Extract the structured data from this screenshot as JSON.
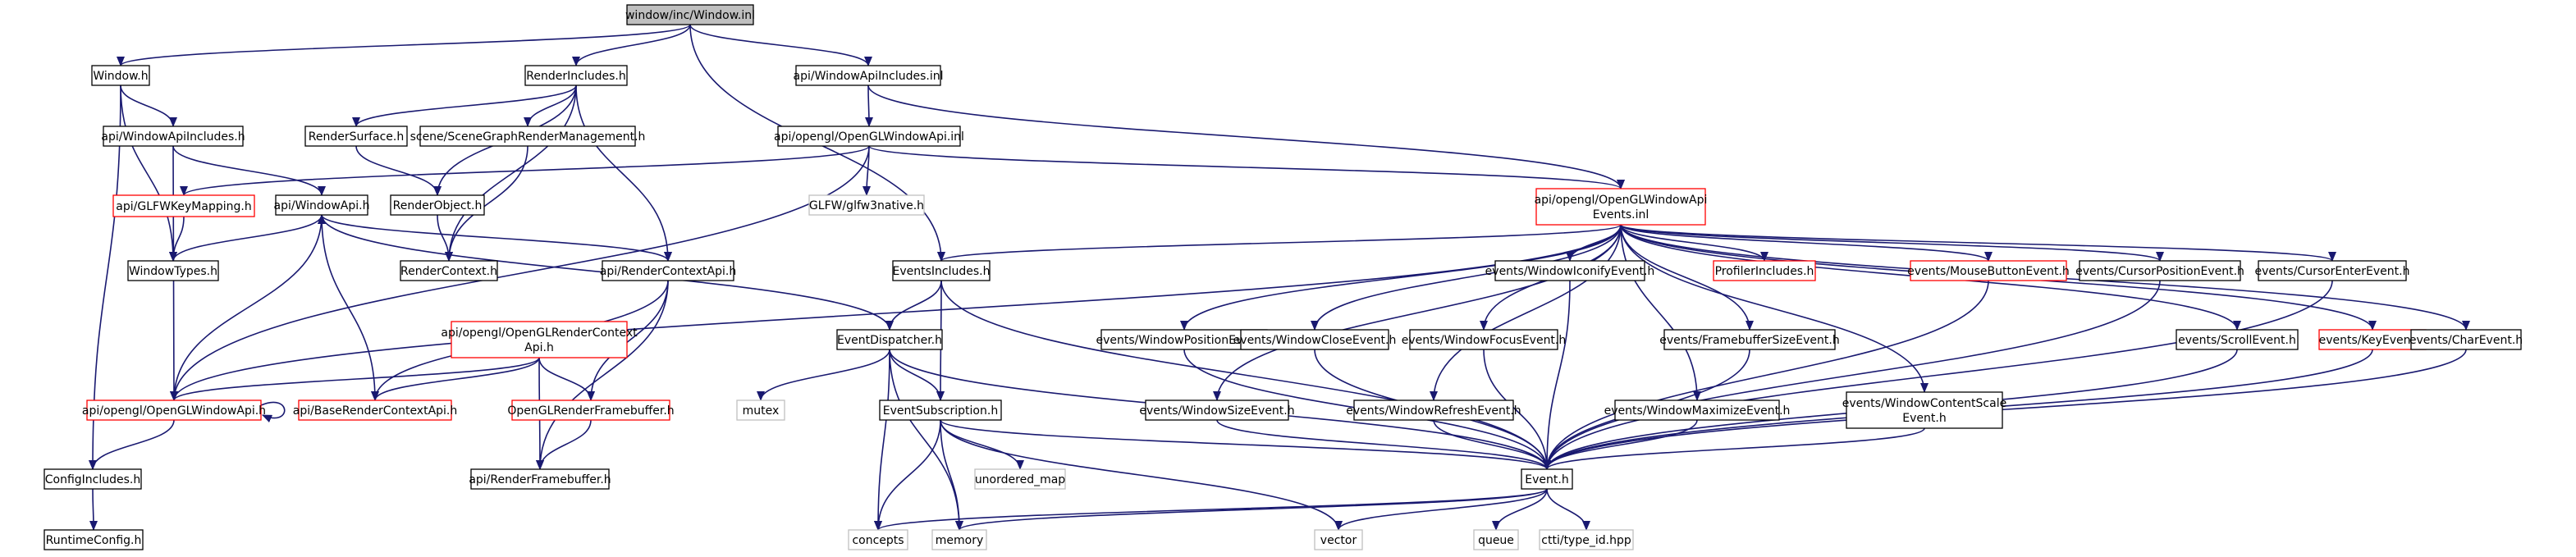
{
  "colors": {
    "edge": "#191970",
    "border_normal": "#000000",
    "border_missing": "#ff0000",
    "border_system": "#bfbfbf",
    "fill_focus": "#bfbfbf",
    "fill_default": "#ffffff",
    "text": "#000000"
  },
  "nodes": [
    {
      "id": "window_inl",
      "lines": [
        "window/inc/Window.inl"
      ],
      "kind": "focus"
    },
    {
      "id": "window_h",
      "lines": [
        "Window.h"
      ],
      "kind": "normal"
    },
    {
      "id": "renderincludes_h",
      "lines": [
        "RenderIncludes.h"
      ],
      "kind": "normal"
    },
    {
      "id": "windowapiincludes_inl",
      "lines": [
        "api/WindowApiIncludes.inl"
      ],
      "kind": "normal"
    },
    {
      "id": "windowapiincludes_h",
      "lines": [
        "api/WindowApiIncludes.h"
      ],
      "kind": "normal"
    },
    {
      "id": "rendersurface_h",
      "lines": [
        "RenderSurface.h"
      ],
      "kind": "normal"
    },
    {
      "id": "scenegraph_h",
      "lines": [
        "scene/SceneGraphRenderManagement.h"
      ],
      "kind": "normal"
    },
    {
      "id": "oglwindowapi_inl",
      "lines": [
        "api/opengl/OpenGLWindowApi.inl"
      ],
      "kind": "normal"
    },
    {
      "id": "glfwkeymapping_h",
      "lines": [
        "api/GLFWKeyMapping.h"
      ],
      "kind": "missing"
    },
    {
      "id": "windowapi_h",
      "lines": [
        "api/WindowApi.h"
      ],
      "kind": "normal"
    },
    {
      "id": "renderobject_h",
      "lines": [
        "RenderObject.h"
      ],
      "kind": "normal"
    },
    {
      "id": "glfw3native_h",
      "lines": [
        "GLFW/glfw3native.h"
      ],
      "kind": "system"
    },
    {
      "id": "oglwindowapievents_inl",
      "lines": [
        "api/opengl/OpenGLWindowApi",
        "Events.inl"
      ],
      "kind": "missing"
    },
    {
      "id": "windowtypes_h",
      "lines": [
        "WindowTypes.h"
      ],
      "kind": "normal"
    },
    {
      "id": "rendercontext_h",
      "lines": [
        "RenderContext.h"
      ],
      "kind": "normal"
    },
    {
      "id": "rendercontextapi_h",
      "lines": [
        "api/RenderContextApi.h"
      ],
      "kind": "normal"
    },
    {
      "id": "eventsincludes_h",
      "lines": [
        "EventsIncludes.h"
      ],
      "kind": "normal"
    },
    {
      "id": "windowiconify_h",
      "lines": [
        "events/WindowIconifyEvent.h"
      ],
      "kind": "normal"
    },
    {
      "id": "profilerincludes_h",
      "lines": [
        "ProfilerIncludes.h"
      ],
      "kind": "missing"
    },
    {
      "id": "mousebutton_h",
      "lines": [
        "events/MouseButtonEvent.h"
      ],
      "kind": "missing"
    },
    {
      "id": "cursorposition_h",
      "lines": [
        "events/CursorPositionEvent.h"
      ],
      "kind": "normal"
    },
    {
      "id": "cursorenter_h",
      "lines": [
        "events/CursorEnterEvent.h"
      ],
      "kind": "normal"
    },
    {
      "id": "oglrendercontextapi_h",
      "lines": [
        "api/opengl/OpenGLRenderContext",
        "Api.h"
      ],
      "kind": "missing"
    },
    {
      "id": "eventdispatcher_h",
      "lines": [
        "EventDispatcher.h"
      ],
      "kind": "normal"
    },
    {
      "id": "windowposition_h",
      "lines": [
        "events/WindowPositionEvent.h"
      ],
      "kind": "normal"
    },
    {
      "id": "windowclose_h",
      "lines": [
        "events/WindowCloseEvent.h"
      ],
      "kind": "normal"
    },
    {
      "id": "windowfocus_h",
      "lines": [
        "events/WindowFocusEvent.h"
      ],
      "kind": "normal"
    },
    {
      "id": "framebuffersize_h",
      "lines": [
        "events/FramebufferSizeEvent.h"
      ],
      "kind": "normal"
    },
    {
      "id": "scroll_h",
      "lines": [
        "events/ScrollEvent.h"
      ],
      "kind": "normal"
    },
    {
      "id": "key_h",
      "lines": [
        "events/KeyEvent.h"
      ],
      "kind": "missing"
    },
    {
      "id": "char_h",
      "lines": [
        "events/CharEvent.h"
      ],
      "kind": "normal"
    },
    {
      "id": "oglwindowapi_h",
      "lines": [
        "api/opengl/OpenGLWindowApi.h"
      ],
      "kind": "missing"
    },
    {
      "id": "baserendercontextapi_h",
      "lines": [
        "api/BaseRenderContextApi.h"
      ],
      "kind": "missing"
    },
    {
      "id": "oglrenderframebuffer_h",
      "lines": [
        "OpenGLRenderFramebuffer.h"
      ],
      "kind": "missing"
    },
    {
      "id": "mutex",
      "lines": [
        "mutex"
      ],
      "kind": "system"
    },
    {
      "id": "eventsubscription_h",
      "lines": [
        "EventSubscription.h"
      ],
      "kind": "normal"
    },
    {
      "id": "windowsize_h",
      "lines": [
        "events/WindowSizeEvent.h"
      ],
      "kind": "normal"
    },
    {
      "id": "windowrefresh_h",
      "lines": [
        "events/WindowRefreshEvent.h"
      ],
      "kind": "normal"
    },
    {
      "id": "windowmaximize_h",
      "lines": [
        "events/WindowMaximizeEvent.h"
      ],
      "kind": "normal"
    },
    {
      "id": "windowcontentscale_h",
      "lines": [
        "events/WindowContentScale",
        "Event.h"
      ],
      "kind": "normal"
    },
    {
      "id": "configincludes_h",
      "lines": [
        "ConfigIncludes.h"
      ],
      "kind": "normal"
    },
    {
      "id": "renderframebuffer_h",
      "lines": [
        "api/RenderFramebuffer.h"
      ],
      "kind": "normal"
    },
    {
      "id": "unordered_map",
      "lines": [
        "unordered_map"
      ],
      "kind": "system"
    },
    {
      "id": "event_h",
      "lines": [
        "Event.h"
      ],
      "kind": "normal"
    },
    {
      "id": "runtimeconfig_h",
      "lines": [
        "RuntimeConfig.h"
      ],
      "kind": "normal"
    },
    {
      "id": "concepts",
      "lines": [
        "concepts"
      ],
      "kind": "system"
    },
    {
      "id": "memory",
      "lines": [
        "memory"
      ],
      "kind": "system"
    },
    {
      "id": "vector",
      "lines": [
        "vector"
      ],
      "kind": "system"
    },
    {
      "id": "queue",
      "lines": [
        "queue"
      ],
      "kind": "system"
    },
    {
      "id": "ctti_type_id",
      "lines": [
        "ctti/type_id.hpp"
      ],
      "kind": "system"
    }
  ],
  "edges": [
    [
      "window_inl",
      "window_h"
    ],
    [
      "window_inl",
      "renderincludes_h"
    ],
    [
      "window_inl",
      "windowapiincludes_inl"
    ],
    [
      "window_inl",
      "eventsincludes_h"
    ],
    [
      "window_h",
      "windowapiincludes_h"
    ],
    [
      "window_h",
      "windowtypes_h"
    ],
    [
      "window_h",
      "configincludes_h"
    ],
    [
      "renderincludes_h",
      "rendersurface_h"
    ],
    [
      "renderincludes_h",
      "scenegraph_h"
    ],
    [
      "renderincludes_h",
      "renderobject_h"
    ],
    [
      "renderincludes_h",
      "rendercontext_h"
    ],
    [
      "renderincludes_h",
      "rendercontextapi_h"
    ],
    [
      "windowapiincludes_inl",
      "oglwindowapi_inl"
    ],
    [
      "windowapiincludes_inl",
      "oglwindowapievents_inl"
    ],
    [
      "windowapiincludes_h",
      "windowapi_h"
    ],
    [
      "windowapiincludes_h",
      "oglwindowapi_h"
    ],
    [
      "rendersurface_h",
      "renderobject_h"
    ],
    [
      "scenegraph_h",
      "rendercontext_h"
    ],
    [
      "oglwindowapi_inl",
      "glfwkeymapping_h"
    ],
    [
      "oglwindowapi_inl",
      "glfw3native_h"
    ],
    [
      "oglwindowapi_inl",
      "oglwindowapievents_inl"
    ],
    [
      "oglwindowapi_inl",
      "oglwindowapi_h"
    ],
    [
      "glfwkeymapping_h",
      "windowtypes_h"
    ],
    [
      "windowapi_h",
      "windowtypes_h"
    ],
    [
      "windowapi_h",
      "rendercontextapi_h"
    ],
    [
      "windowapi_h",
      "eventdispatcher_h"
    ],
    [
      "renderobject_h",
      "rendercontext_h"
    ],
    [
      "oglwindowapievents_inl",
      "eventsincludes_h"
    ],
    [
      "oglwindowapievents_inl",
      "windowiconify_h"
    ],
    [
      "oglwindowapievents_inl",
      "profilerincludes_h"
    ],
    [
      "oglwindowapievents_inl",
      "mousebutton_h"
    ],
    [
      "oglwindowapievents_inl",
      "cursorposition_h"
    ],
    [
      "oglwindowapievents_inl",
      "cursorenter_h"
    ],
    [
      "oglwindowapievents_inl",
      "windowposition_h"
    ],
    [
      "oglwindowapievents_inl",
      "windowclose_h"
    ],
    [
      "oglwindowapievents_inl",
      "windowfocus_h"
    ],
    [
      "oglwindowapievents_inl",
      "framebuffersize_h"
    ],
    [
      "oglwindowapievents_inl",
      "scroll_h"
    ],
    [
      "oglwindowapievents_inl",
      "key_h"
    ],
    [
      "oglwindowapievents_inl",
      "char_h"
    ],
    [
      "oglwindowapievents_inl",
      "windowsize_h"
    ],
    [
      "oglwindowapievents_inl",
      "windowrefresh_h"
    ],
    [
      "oglwindowapievents_inl",
      "windowmaximize_h"
    ],
    [
      "oglwindowapievents_inl",
      "windowcontentscale_h"
    ],
    [
      "oglwindowapievents_inl",
      "oglwindowapi_h"
    ],
    [
      "rendercontextapi_h",
      "oglrenderframebuffer_h"
    ],
    [
      "rendercontextapi_h",
      "baserendercontextapi_h"
    ],
    [
      "rendercontextapi_h",
      "renderframebuffer_h"
    ],
    [
      "eventsincludes_h",
      "eventdispatcher_h"
    ],
    [
      "eventsincludes_h",
      "eventsubscription_h"
    ],
    [
      "eventsincludes_h",
      "event_h"
    ],
    [
      "windowiconify_h",
      "event_h"
    ],
    [
      "mousebutton_h",
      "event_h"
    ],
    [
      "cursorposition_h",
      "event_h"
    ],
    [
      "cursorenter_h",
      "event_h"
    ],
    [
      "oglrendercontextapi_h",
      "oglwindowapi_h"
    ],
    [
      "oglrendercontextapi_h",
      "baserendercontextapi_h"
    ],
    [
      "oglrendercontextapi_h",
      "oglrenderframebuffer_h"
    ],
    [
      "oglrendercontextapi_h",
      "renderframebuffer_h"
    ],
    [
      "eventdispatcher_h",
      "mutex"
    ],
    [
      "eventdispatcher_h",
      "eventsubscription_h"
    ],
    [
      "eventdispatcher_h",
      "event_h"
    ],
    [
      "eventdispatcher_h",
      "concepts"
    ],
    [
      "eventdispatcher_h",
      "memory"
    ],
    [
      "windowposition_h",
      "event_h"
    ],
    [
      "windowclose_h",
      "event_h"
    ],
    [
      "windowfocus_h",
      "event_h"
    ],
    [
      "framebuffersize_h",
      "event_h"
    ],
    [
      "scroll_h",
      "event_h"
    ],
    [
      "key_h",
      "event_h"
    ],
    [
      "char_h",
      "event_h"
    ],
    [
      "oglwindowapi_h",
      "windowapi_h"
    ],
    [
      "oglwindowapi_h",
      "oglwindowapi_h"
    ],
    [
      "oglwindowapi_h",
      "configincludes_h"
    ],
    [
      "baserendercontextapi_h",
      "windowapi_h"
    ],
    [
      "oglrenderframebuffer_h",
      "renderframebuffer_h"
    ],
    [
      "eventsubscription_h",
      "unordered_map"
    ],
    [
      "eventsubscription_h",
      "event_h"
    ],
    [
      "eventsubscription_h",
      "concepts"
    ],
    [
      "eventsubscription_h",
      "memory"
    ],
    [
      "eventsubscription_h",
      "vector"
    ],
    [
      "windowsize_h",
      "event_h"
    ],
    [
      "windowrefresh_h",
      "event_h"
    ],
    [
      "windowmaximize_h",
      "event_h"
    ],
    [
      "windowcontentscale_h",
      "event_h"
    ],
    [
      "configincludes_h",
      "runtimeconfig_h"
    ],
    [
      "event_h",
      "concepts"
    ],
    [
      "event_h",
      "memory"
    ],
    [
      "event_h",
      "vector"
    ],
    [
      "event_h",
      "queue"
    ],
    [
      "event_h",
      "ctti_type_id"
    ]
  ]
}
